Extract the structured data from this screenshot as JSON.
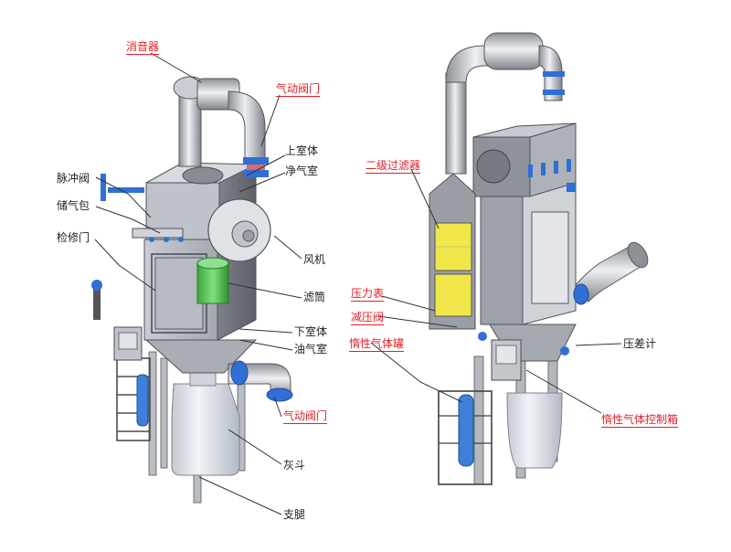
{
  "colors": {
    "metal_dark": "#5e6066",
    "metal_mid": "#8d9097",
    "metal_light": "#c9ccd2",
    "metal_hi": "#e9ebee",
    "duct": "#b7bbc2",
    "blue_ring": "#2f6fd6",
    "green_filter": "#4cc24c",
    "yellow_filter": "#f1e64a",
    "hopper_glass": "#dfe4ec",
    "label_red": "#e0202a",
    "label_dark": "#222222"
  },
  "left_diagram": {
    "labels": {
      "muffler": "消音器",
      "pneumatic_valve_top": "气动阀门",
      "upper_chamber": "上室体",
      "clean_air_room": "净气室",
      "pulse_valve": "脉冲阀",
      "air_tank": "储气包",
      "access_door": "检修门",
      "fan": "风机",
      "filter_cartridge": "滤筒",
      "lower_chamber": "下室体",
      "oil_air_room": "油气室",
      "pneumatic_valve_bottom": "气动阀门",
      "ash_hopper": "灰斗",
      "support_legs": "支腿"
    }
  },
  "right_diagram": {
    "labels": {
      "secondary_filter": "二级过滤器",
      "pressure_gauge": "压力表",
      "pressure_reducing_valve": "减压阀",
      "inert_gas_tank": "惰性气体罐",
      "differential_pressure_gauge": "压差计",
      "inert_gas_control_box": "惰性气体控制箱"
    }
  }
}
